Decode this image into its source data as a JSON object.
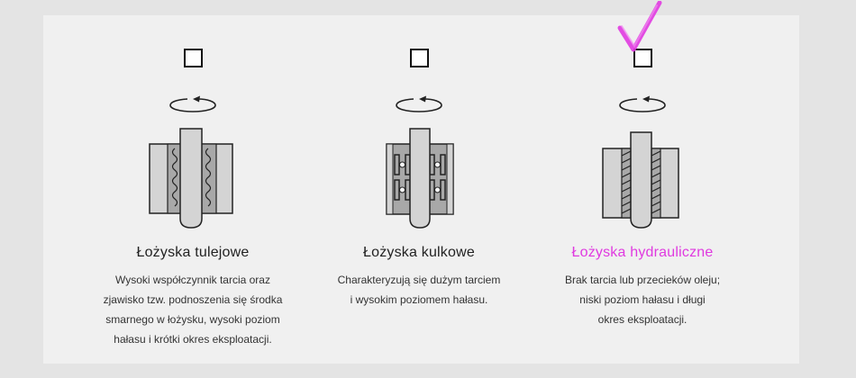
{
  "colors": {
    "accent": "#e03ae0",
    "panel_bg": "#f0f0f0",
    "page_bg": "#e4e4e4",
    "text": "#333333"
  },
  "options": [
    {
      "title": "Łożyska tulejowe",
      "description": "Wysoki współczynnik tarcia oraz\nzjawisko tzw. podnoszenia się środka\nsmarnego w łożysku, wysoki poziom\nhałasu i krótki okres eksploatacji.",
      "checked": false,
      "icon": "sleeve-bearing-icon"
    },
    {
      "title": "Łożyska kulkowe",
      "description": "Charakteryzują się dużym tarciem\ni wysokim poziomem hałasu.",
      "checked": false,
      "icon": "ball-bearing-icon"
    },
    {
      "title": "Łożyska hydrauliczne",
      "description": "Brak tarcia lub przecieków oleju;\nniski poziom hałasu i długi\nokres eksploatacji.",
      "checked": true,
      "icon": "hydraulic-bearing-icon"
    }
  ]
}
